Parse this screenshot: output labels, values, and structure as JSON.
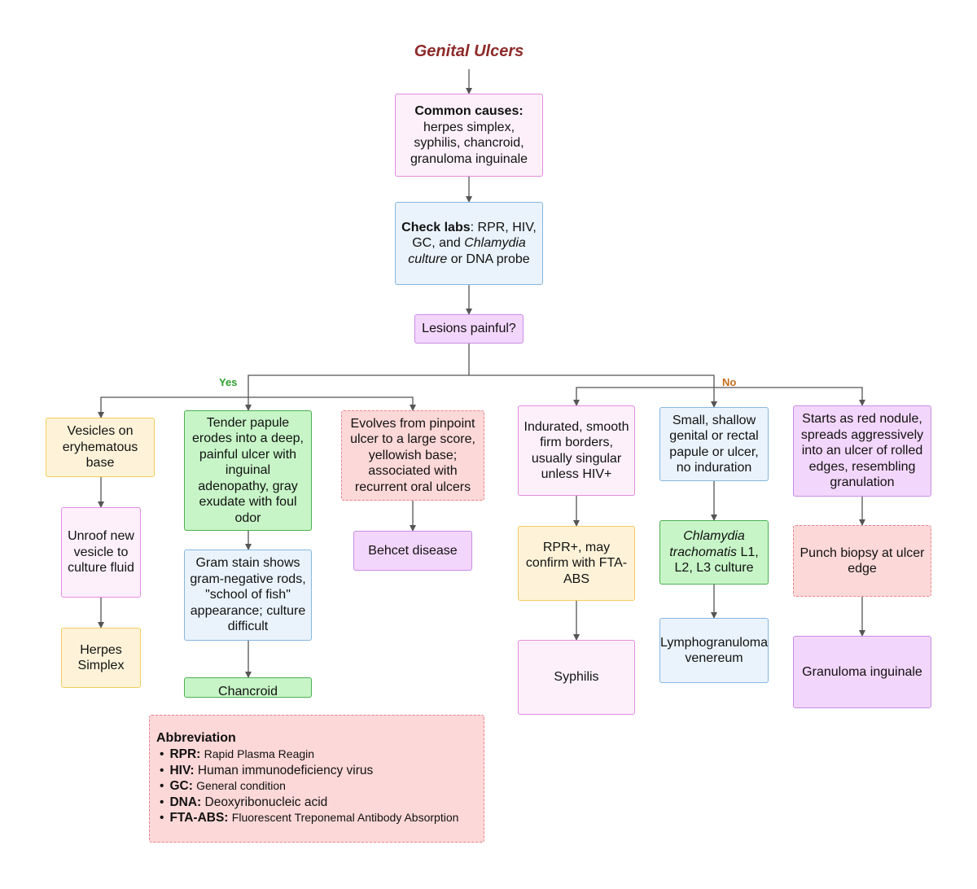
{
  "title": "Genital Ulcers",
  "branch_labels": {
    "yes": "Yes",
    "no": "No"
  },
  "nodes": {
    "common_causes": {
      "heading": "Common causes:",
      "text": "herpes simplex, syphilis, chancroid, granuloma inguinale"
    },
    "check_labs": {
      "bold": "Check labs",
      "text1": ": RPR, HIV, GC, and ",
      "italic": "Chlamydia culture",
      "text2": " or DNA probe"
    },
    "lesions_painful": "Lesions painful?",
    "vesicles": "Vesicles on eryhematous base",
    "unroof": "Unroof new vesicle to culture fluid",
    "herpes": "Herpes Simplex",
    "tender_papule": "Tender papule erodes into a deep, painful ulcer with inguinal adenopathy, gray exudate with foul odor",
    "gram_stain": "Gram stain shows gram-negative rods, \"school of fish\" appearance; culture difficult",
    "chancroid": "Chancroid",
    "pinpoint": "Evolves from pinpoint ulcer to a large score, yellowish base; associated with recurrent oral ulcers",
    "behcet": "Behcet disease",
    "indurated": "Indurated, smooth firm borders, usually singular unless HIV+",
    "rpr": "RPR+, may confirm with FTA-ABS",
    "syphilis": "Syphilis",
    "small_shallow": "Small, shallow genital or rectal papule or ulcer, no induration",
    "chlamydia": {
      "italic": "Chlamydia trachomatis",
      "text": " L1, L2, L3 culture"
    },
    "lgv": "Lymphogranuloma venereum",
    "red_nodule": "Starts as red nodule, spreads aggressively into an ulcer of rolled edges, resembling granulation",
    "punch_biopsy": "Punch biopsy at ulcer edge",
    "granuloma": "Granuloma inguinale"
  },
  "abbreviation": {
    "title": "Abbreviation",
    "items": [
      {
        "key": "RPR:",
        "value": "Rapid Plasma Reagin",
        "small": true
      },
      {
        "key": "HIV:",
        "value": "Human immunodeficiency virus",
        "small": false
      },
      {
        "key": "GC:",
        "value": "General condition",
        "small": true
      },
      {
        "key": "DNA:",
        "value": "Deoxyribonucleic acid",
        "small": false
      },
      {
        "key": "FTA-ABS:",
        "value": "Fluorescent Treponemal Antibody Absorption",
        "small": true
      }
    ]
  },
  "colors": {
    "title": "#8e2a2a",
    "yes": "#2f9e2f",
    "no": "#c66a1a",
    "connector": "#555555",
    "pink": "#fdf0fb",
    "blue": "#eaf3fc",
    "violet": "#f3d6fb",
    "yellow": "#fef3d9",
    "green": "#c7f5c7",
    "red": "#fdd8d8"
  }
}
